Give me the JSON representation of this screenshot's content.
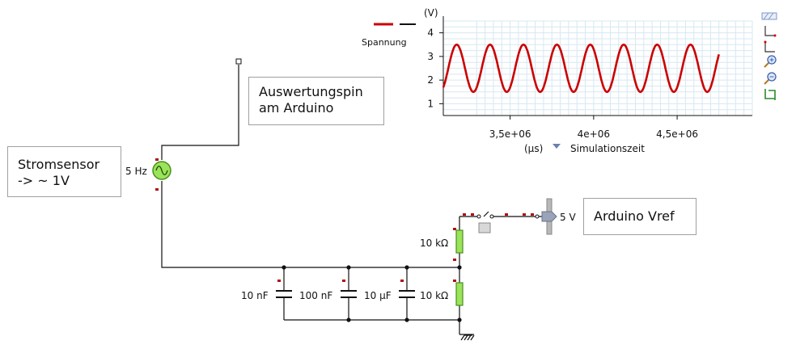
{
  "notes": {
    "sensor": {
      "line1": "Stromsensor",
      "line2": "-> ~ 1V"
    },
    "eval_pin": {
      "line1": "Auswertungspin",
      "line2": "am Arduino"
    },
    "vref": {
      "line1": "Arduino Vref"
    }
  },
  "components": {
    "source_freq": "5 Hz",
    "supply": "5 V",
    "r_top": "10 kΩ",
    "c1": "10 nF",
    "c2": "100 nF",
    "c3": "10 µF",
    "r_bottom": "10 kΩ"
  },
  "legend": {
    "label": "Spannung",
    "colors": [
      "#cc0000",
      "#111111"
    ]
  },
  "chart_data": {
    "type": "line",
    "ylabel": "(V)",
    "xunit": "(µs)",
    "xlabel": "Simulationszeit",
    "xlim": [
      3100000,
      4950000
    ],
    "ylim": [
      0.5,
      4.5
    ],
    "yticks": [
      1,
      2,
      3,
      4
    ],
    "xticks": [
      3500000,
      4000000,
      4500000
    ],
    "xtick_labels": [
      "3,5e+06",
      "4e+06",
      "4,5e+06"
    ],
    "series": [
      {
        "name": "Spannung",
        "color": "#cc0000",
        "wave": {
          "x_start": 3100000,
          "x_end": 4750000,
          "period": 200000,
          "first_peak": 3180000,
          "min": 1.5,
          "max": 3.5
        }
      }
    ]
  },
  "toolbar": {
    "icons": [
      "grid-toggle-icon",
      "cursor-a-icon",
      "cursor-b-icon",
      "zoom-in-icon",
      "zoom-out-icon",
      "crop-icon"
    ]
  }
}
